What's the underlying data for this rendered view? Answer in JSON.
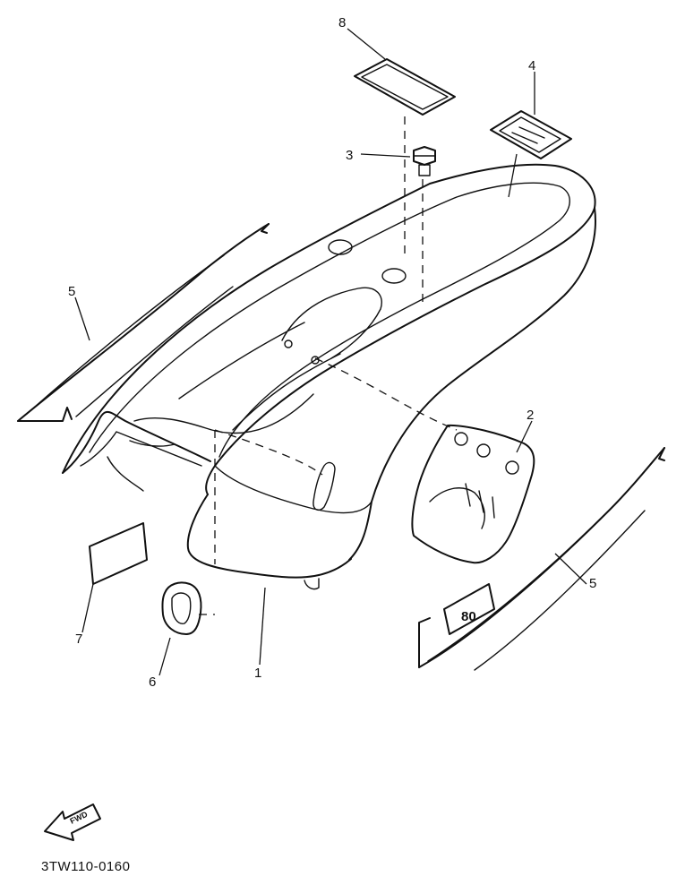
{
  "diagram_code": "3TW110-0160",
  "fwd_label": "FWD",
  "callouts": {
    "c1": "1",
    "c2": "2",
    "c3": "3",
    "c4": "4",
    "c5a": "5",
    "c5b": "5",
    "c6": "6",
    "c7": "7",
    "c8": "8"
  },
  "decal_number": "80"
}
